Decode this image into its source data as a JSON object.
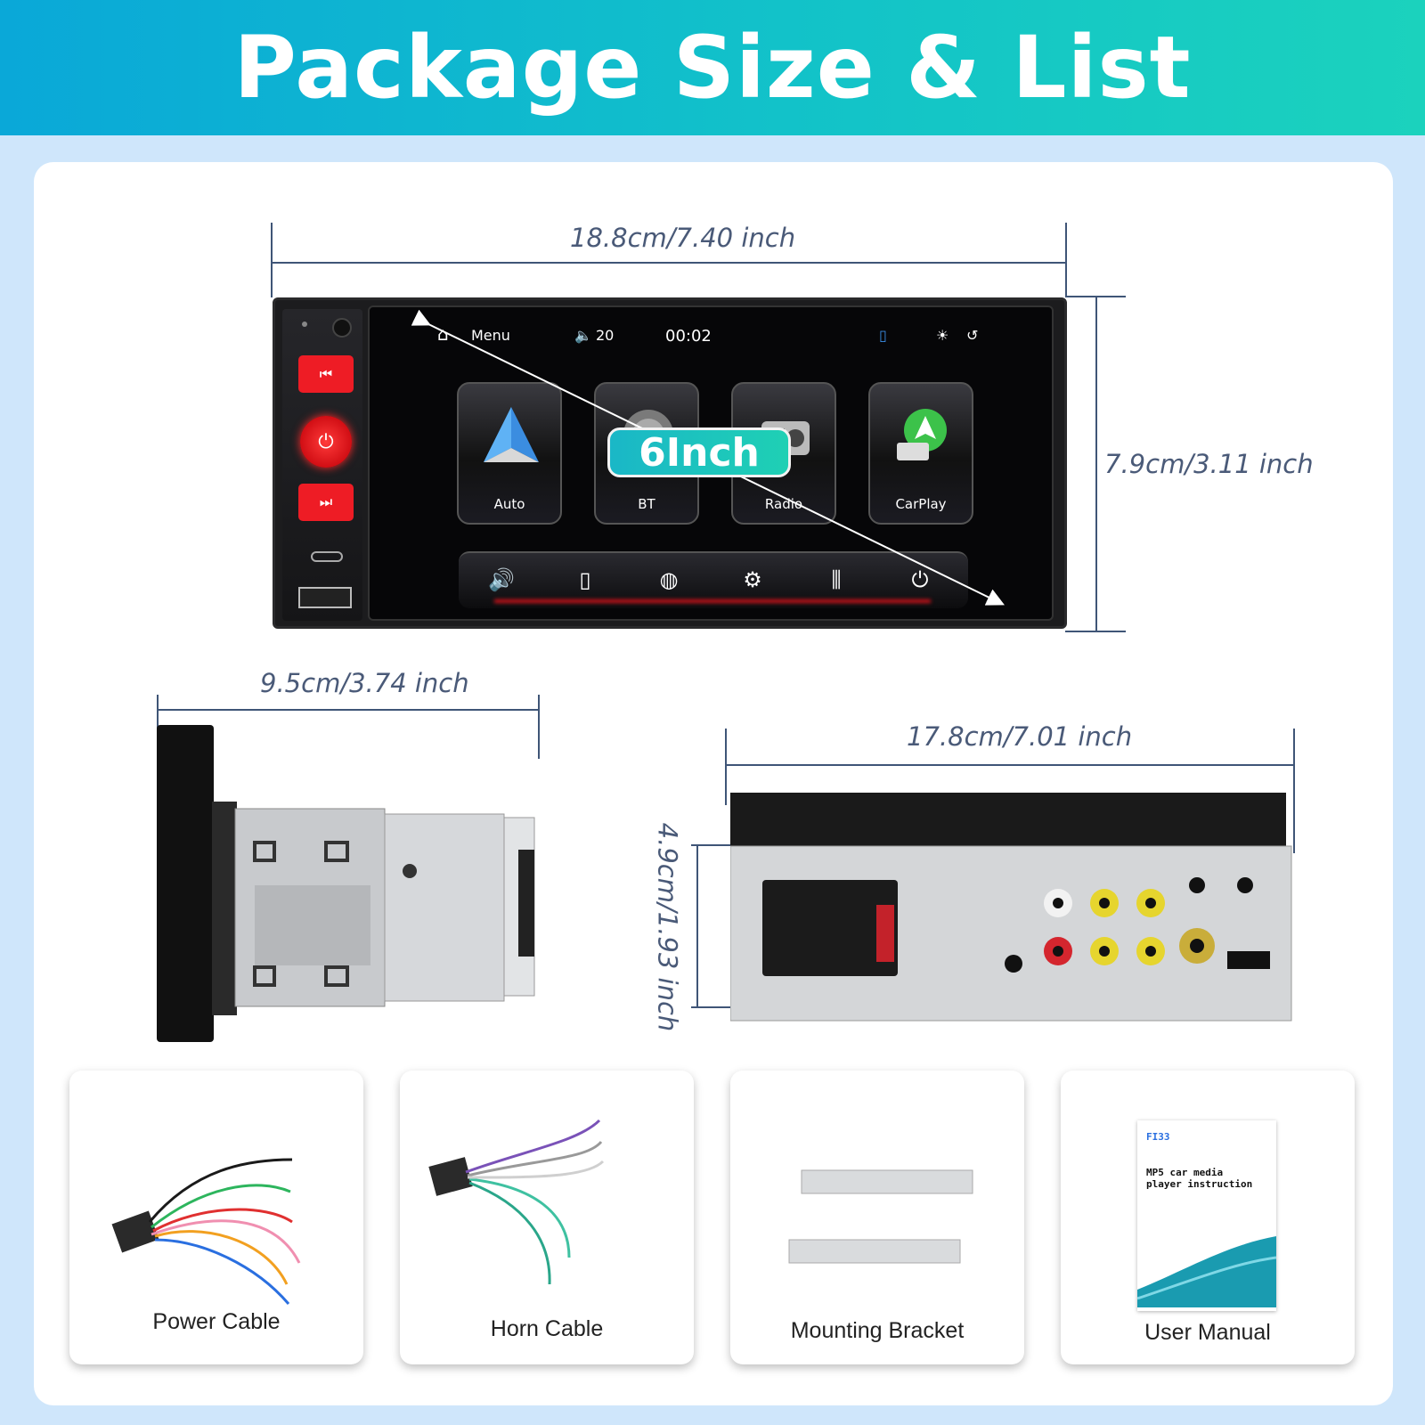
{
  "header": {
    "title": "Package Size & List"
  },
  "dimensions": {
    "front_width": "18.8cm/7.40 inch",
    "front_height": "7.9cm/3.11 inch",
    "side_depth": "9.5cm/3.74 inch",
    "rear_width": "17.8cm/7.01 inch",
    "rear_height": "4.9cm/1.93 inch"
  },
  "screen": {
    "menu_label": "Menu",
    "volume": "20",
    "time": "00:02",
    "apps": [
      {
        "label": "Auto"
      },
      {
        "label": "BT"
      },
      {
        "label": "Radio"
      },
      {
        "label": "CarPlay"
      }
    ],
    "size_badge": "6Inch"
  },
  "package_items": [
    {
      "label": "Power Cable"
    },
    {
      "label": "Horn Cable"
    },
    {
      "label": "Mounting Bracket"
    },
    {
      "label": "User Manual"
    }
  ],
  "manual": {
    "brand": "FI33",
    "title": "MP5 car media player instruction"
  },
  "colors": {
    "header_gradient_start": "#0aa8d8",
    "header_gradient_end": "#1bd2bd",
    "accent_red": "#ee1c25",
    "badge_teal": "#1ab7c7",
    "dimension_text": "#4a5a78"
  }
}
